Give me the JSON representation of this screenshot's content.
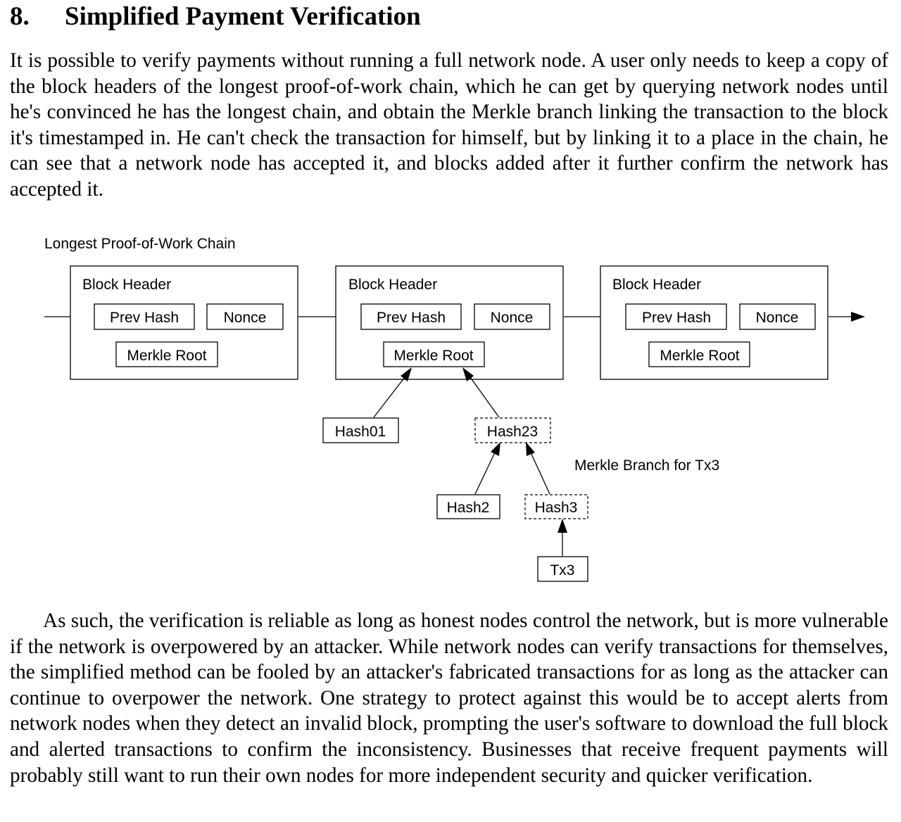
{
  "section": {
    "number": "8.",
    "title": "Simplified Payment Verification"
  },
  "paragraph_1": "It is possible to verify payments without running a full network node. A user only needs to keep a copy of the block headers of the longest proof-of-work chain, which he can get by querying network nodes until he's convinced he has the longest chain, and obtain the Merkle branch linking the transaction to the block it's timestamped in. He can't check the transaction for himself, but by linking it to a place in the chain, he can see that a network node has accepted it, and blocks added after it further confirm the network has accepted it.",
  "diagram": {
    "chain_label": "Longest Proof-of-Work Chain",
    "blocks": [
      {
        "header": "Block Header",
        "prev_hash": "Prev Hash",
        "nonce": "Nonce",
        "merkle_root": "Merkle Root"
      },
      {
        "header": "Block Header",
        "prev_hash": "Prev Hash",
        "nonce": "Nonce",
        "merkle_root": "Merkle Root"
      },
      {
        "header": "Block Header",
        "prev_hash": "Prev Hash",
        "nonce": "Nonce",
        "merkle_root": "Merkle Root"
      }
    ],
    "tree": {
      "hash01": "Hash01",
      "hash23": "Hash23",
      "hash2": "Hash2",
      "hash3": "Hash3",
      "tx3": "Tx3"
    },
    "branch_label": "Merkle Branch for Tx3"
  },
  "paragraph_2": "As such, the verification is reliable as long as honest nodes control the network, but is more vulnerable if the network is overpowered by an attacker. While network nodes can verify transactions for themselves, the simplified method can be fooled by an attacker's fabricated transactions for as long as the attacker can continue to overpower the network. One strategy to protect against this would be to accept alerts from network nodes when they detect an invalid block, prompting the user's software to download the full block and alerted transactions to confirm the inconsistency. Businesses that receive frequent payments will probably still want to run their own nodes for more independent security and quicker verification."
}
